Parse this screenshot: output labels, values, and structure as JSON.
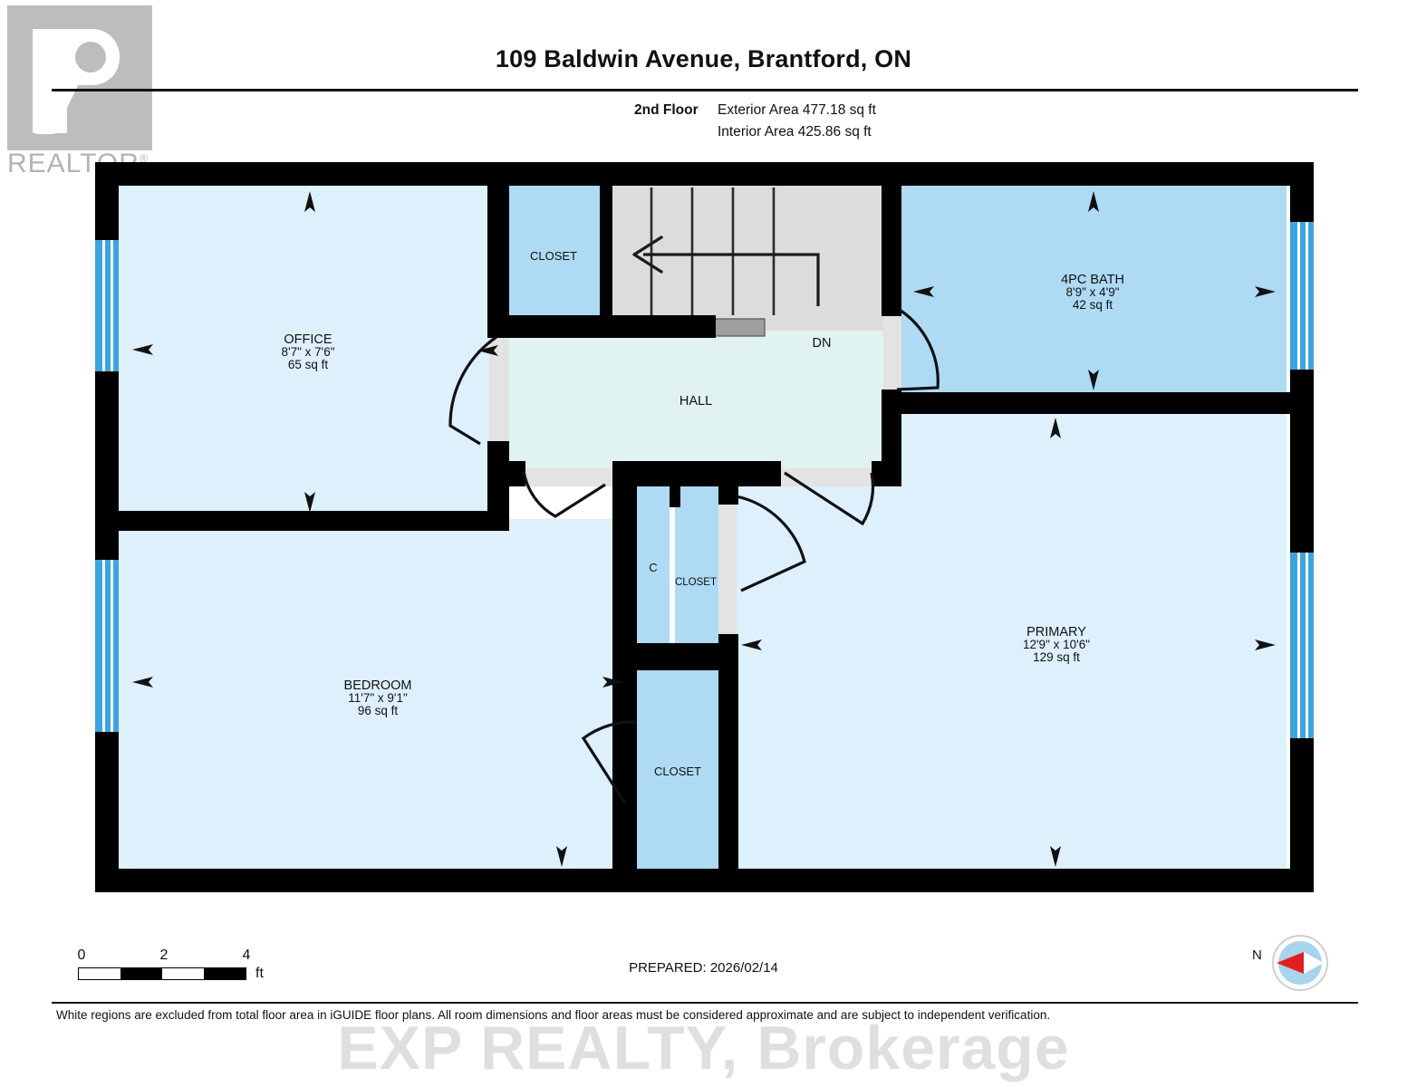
{
  "logo": {
    "text": "REALTOR",
    "registered": "®"
  },
  "header": {
    "title": "109 Baldwin Avenue, Brantford, ON",
    "floor_label": "2nd Floor",
    "exterior_area": "Exterior Area 477.18 sq ft",
    "interior_area": "Interior Area 425.86 sq ft"
  },
  "rooms": [
    {
      "key": "office",
      "name": "OFFICE",
      "dimensions": "8'7\" x 7'6\"",
      "area": "65 sq ft"
    },
    {
      "key": "bedroom",
      "name": "BEDROOM",
      "dimensions": "11'7\" x 9'1\"",
      "area": "96 sq ft"
    },
    {
      "key": "bath",
      "name": "4PC BATH",
      "dimensions": "8'9\" x 4'9\"",
      "area": "42 sq ft"
    },
    {
      "key": "primary",
      "name": "PRIMARY",
      "dimensions": "12'9\" x 10'6\"",
      "area": "129 sq ft"
    },
    {
      "key": "hall",
      "name": "HALL",
      "dimensions": "",
      "area": ""
    }
  ],
  "closets": {
    "office_closet": "CLOSET",
    "center_c": "C",
    "center_closet": "CLOSET",
    "bedroom_closet": "CLOSET"
  },
  "stairs": {
    "direction_label": "DN"
  },
  "colors": {
    "wall": "#000000",
    "room_light": "#DDF0FB",
    "room_medium": "#AEDAF4",
    "hall": "#E0F2F1",
    "stairs": "#DCDCDC",
    "window": "#3DA5DE",
    "door_gap": "#E3E3E3",
    "landing": "#9E9E9E",
    "compass_needle": "#E02020",
    "compass_disc": "#A8D4EE"
  },
  "scale": {
    "ticks": [
      "0",
      "2",
      "4"
    ],
    "unit": "ft"
  },
  "prepared": "PREPARED: 2026/02/14",
  "compass": {
    "north_label": "N"
  },
  "footer": {
    "disclaimer": "White regions are excluded from total floor area in iGUIDE floor plans. All room dimensions and floor areas must be considered approximate and are subject to independent verification.",
    "watermark": "EXP REALTY, Brokerage"
  }
}
